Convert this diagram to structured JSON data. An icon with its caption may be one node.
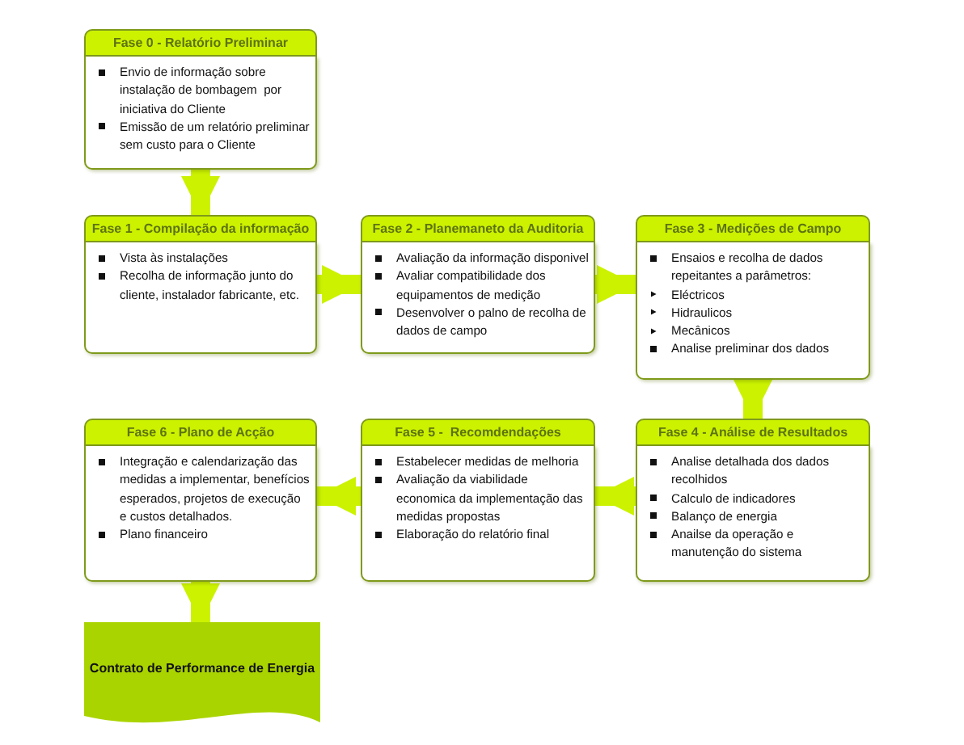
{
  "diagram": {
    "nodes": [
      {
        "text": [
          "Fase 0 - Relatório Preliminar",
          "Envio de informação sobre instalação de bombagem  por iniciativa do Cliente",
          "Emissão de um relatório preliminar sem custo para o Cliente"
        ]
      },
      {
        "text": [
          "Fase 1 - Compilação da informação",
          "Vista às instalações",
          "Recolha de informação junto do cliente, instalador fabricante, etc."
        ]
      },
      {
        "text": [
          "Fase 2 - Planemaneto da Auditoria",
          "Avaliação da informação disponivel",
          "Avaliar compatibilidade dos equipamentos de medição",
          "Desenvolver o palno de recolha de dados de campo"
        ]
      },
      {
        "text": [
          "Fase 3 - Medições de Campo",
          "Ensaios e recolha de dados repeitantes a parâmetros:",
          "Eléctricos",
          "Hidraulicos",
          "Mecânicos",
          "Analise preliminar dos dados"
        ]
      },
      {
        "text": [
          "Fase 4 - Análise de Resultados",
          "Analise detalhada dos dados recolhidos",
          "Calculo de indicadores",
          "Balanço de energia",
          "Anailse da operação e manutenção do sistema"
        ]
      },
      {
        "text": [
          "Fase 5 -  Recomdendações",
          "Estabelecer medidas de melhoria",
          "Avaliação da viabilidade economica da implementação das medidas propostas",
          "Elaboração do relatório final"
        ]
      },
      {
        "text": [
          "Fase 6 - Plano de Acção",
          "Integração e calendarização das medidas a implementar, benefícios esperados, projetos de execução e custos detalhados.",
          "Plano financeiro"
        ]
      },
      {
        "text": [
          "Contrato de Performance de Energia"
        ]
      }
    ],
    "edges": [
      {
        "from": 0,
        "to": 1,
        "arrow": "to"
      },
      {
        "from": 1,
        "to": 2,
        "arrow": "to"
      },
      {
        "from": 2,
        "to": 3,
        "arrow": "to"
      },
      {
        "from": 3,
        "to": 4,
        "arrow": "to"
      },
      {
        "from": 4,
        "to": 5,
        "arrow": "to"
      },
      {
        "from": 5,
        "to": 6,
        "arrow": "to"
      },
      {
        "from": 6,
        "to": 7,
        "arrow": "to"
      }
    ]
  }
}
